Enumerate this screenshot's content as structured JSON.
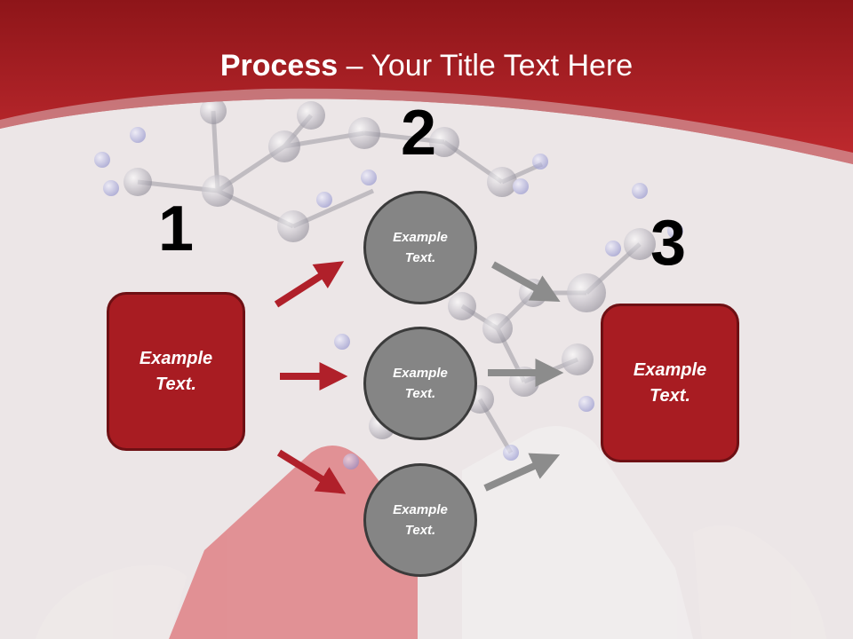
{
  "title": {
    "bold": "Process",
    "rest": " – Your Title Text Here"
  },
  "steps": [
    {
      "number": "1",
      "label": "Example\nText."
    },
    {
      "number": "2",
      "label": "Example\nText."
    },
    {
      "number": "3",
      "label": "Example\nText."
    }
  ],
  "circles": [
    {
      "label": "Example\nText."
    },
    {
      "label": "Example\nText."
    },
    {
      "label": "Example\nText."
    }
  ],
  "colors": {
    "header_red": "#a81c22",
    "arrow_red": "#b0202a",
    "arrow_gray": "#8c8c8c",
    "circle_gray": "#858585"
  }
}
